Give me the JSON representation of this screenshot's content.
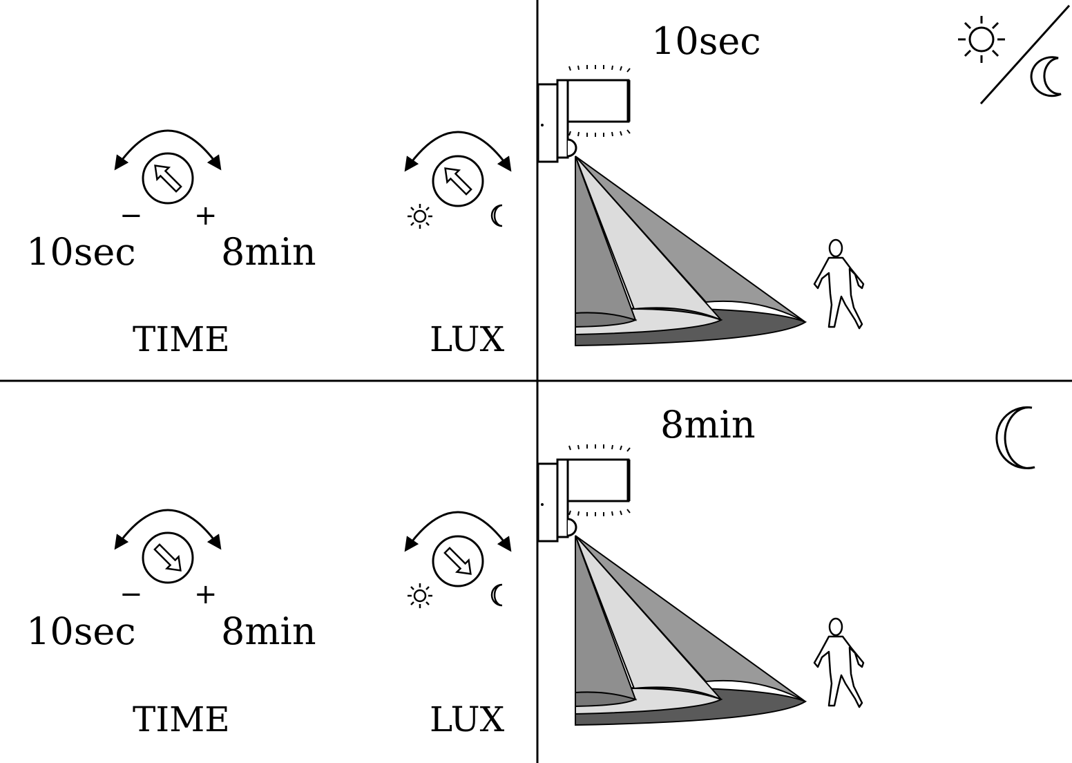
{
  "panels": [
    {
      "id": "top",
      "time_dial": {
        "label": "TIME",
        "minus": "−",
        "plus": "+",
        "min_value": "10sec",
        "max_value": "8min",
        "pointer": "min"
      },
      "lux_dial": {
        "label": "LUX",
        "pointer": "sun",
        "left_icon": "sun-icon",
        "right_icon": "moon-icon"
      },
      "scene": {
        "duration_label": "10sec",
        "condition_icon": "sun-moon-icon"
      }
    },
    {
      "id": "bottom",
      "time_dial": {
        "label": "TIME",
        "minus": "−",
        "plus": "+",
        "min_value": "10sec",
        "max_value": "8min",
        "pointer": "max"
      },
      "lux_dial": {
        "label": "LUX",
        "pointer": "moon",
        "left_icon": "sun-icon",
        "right_icon": "moon-icon"
      },
      "scene": {
        "duration_label": "8min",
        "condition_icon": "moon-icon"
      }
    }
  ],
  "colors": {
    "line": "#000000",
    "cone_outer": "#9a9a9a",
    "cone_mid": "#dcdcdc",
    "cone_inner": "#8f8f8f",
    "floor_dark": "#5a5a5a",
    "floor_mid": "#dedede",
    "floor_inner": "#777777"
  }
}
